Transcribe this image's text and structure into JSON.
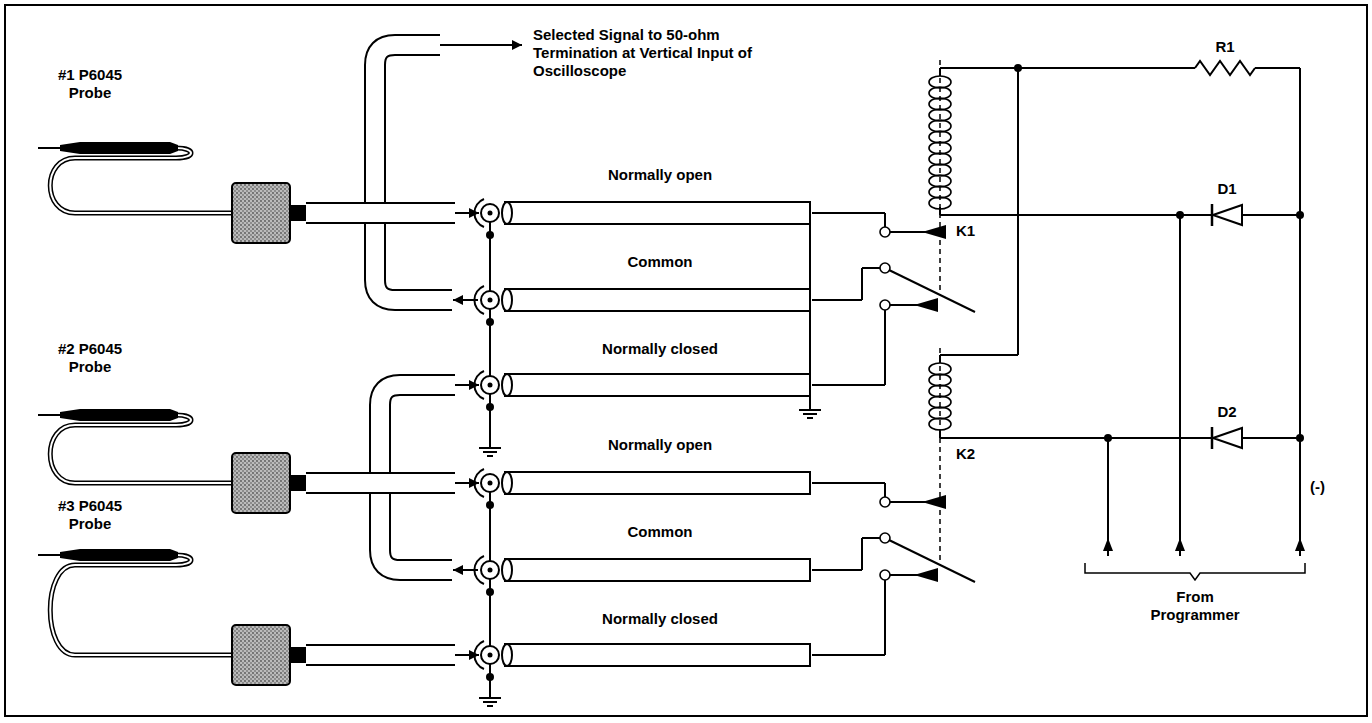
{
  "diagram": {
    "labels": [
      "Selected Signal to 50-ohm Termination at Vertical Input of Oscilloscope",
      "#1 P6045 Probe",
      "Normally open",
      "Common",
      "Normally closed",
      "#2 P6045 Probe",
      "Normally open",
      "#3 P6045 Probe",
      "Common",
      "Normally closed",
      "R1",
      "K1",
      "D1",
      "D2",
      "K2",
      "(-)",
      "From Programmer"
    ]
  }
}
